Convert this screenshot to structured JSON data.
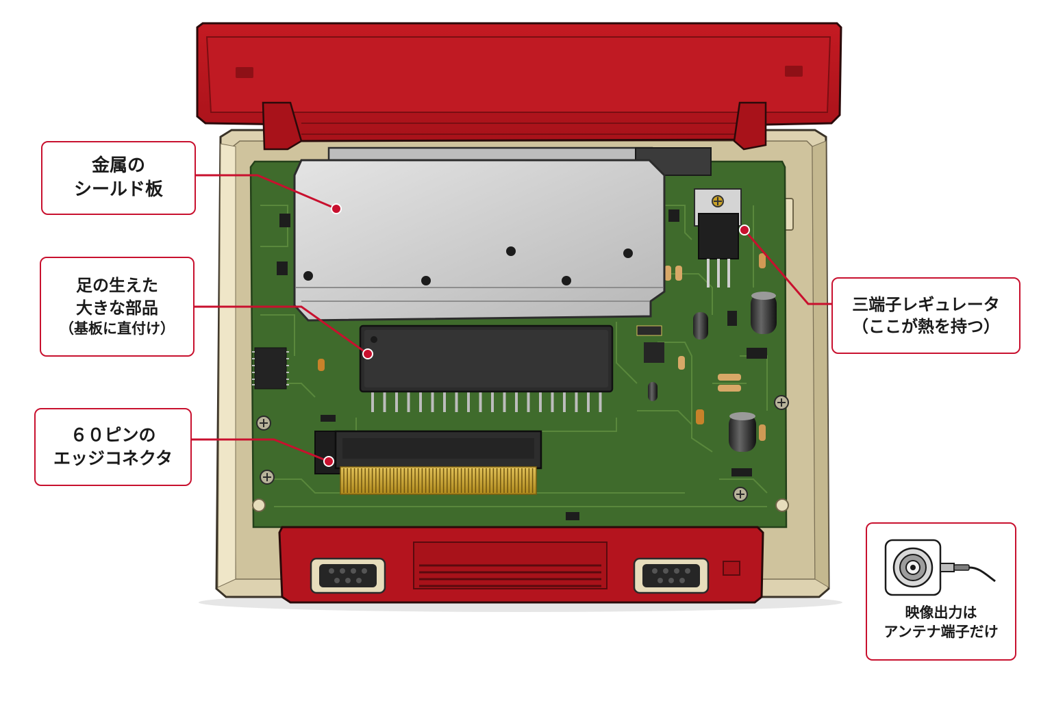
{
  "colors": {
    "accent_red": "#c8102e",
    "console_red": "#b4141e",
    "console_cream": "#ddd2b0",
    "pcb_green": "#3f6b2c",
    "shield_silver": "#cfcfcf",
    "connector_gold": "#c9a227"
  },
  "callouts": {
    "shield": {
      "line1": "金属の",
      "line2": "シールド板"
    },
    "chip": {
      "line1": "足の生えた",
      "line2": "大きな部品",
      "line3": "（基板に直付け）"
    },
    "edge_connector": {
      "line1": "６０ピンの",
      "line2": "エッジコネクタ"
    },
    "regulator": {
      "line1": "三端子レギュレータ",
      "line2": "（ここが熱を持つ）"
    },
    "rf_output": {
      "icon": "rf-jack-icon",
      "line1": "映像出力は",
      "line2": "アンテナ端子だけ"
    }
  }
}
